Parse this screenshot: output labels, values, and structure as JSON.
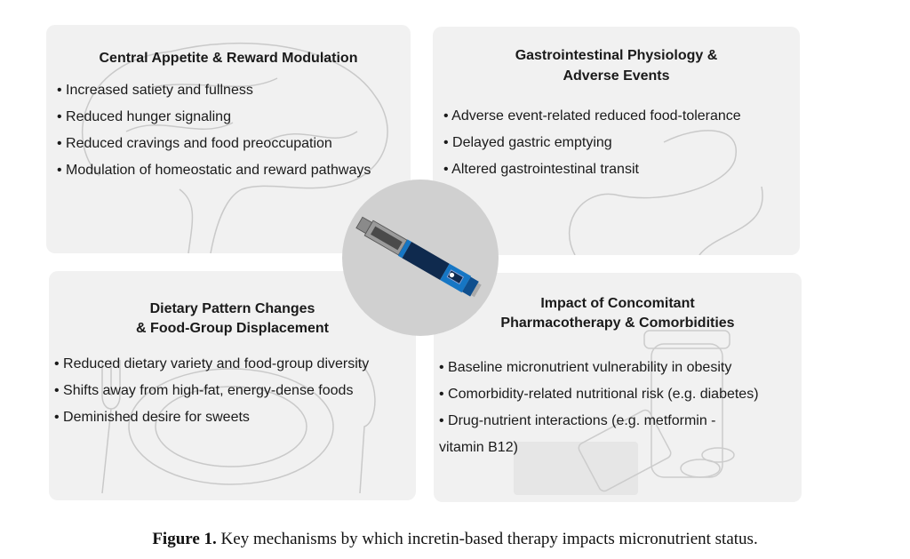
{
  "panels": [
    {
      "title": "Central Appetite & Reward Modulation",
      "items": [
        "Increased satiety and fullness",
        "Reduced hunger signaling",
        "Reduced cravings and food preoccupation",
        "Modulation of homeostatic and reward pathways"
      ]
    },
    {
      "title_line1": "Gastrointestinal Physiology &",
      "title_line2": "Adverse Events",
      "items": [
        "Adverse event-related reduced food-tolerance",
        "Delayed gastric emptying",
        "Altered gastrointestinal transit"
      ]
    },
    {
      "title_line1": "Dietary Pattern Changes",
      "title_line2": "& Food-Group Displacement",
      "items": [
        "Reduced dietary variety and food-group diversity",
        "Shifts away from high-fat, energy-dense foods",
        "Deminished desire for sweets"
      ]
    },
    {
      "title_line1": "Impact of Concomitant",
      "title_line2": "Pharmacotherapy & Comorbidities",
      "items": [
        "Baseline micronutrient vulnerability in obesity",
        "Comorbidity-related nutritional risk (e.g. diabetes)",
        "Drug-nutrient interactions (e.g. metformin -"
      ],
      "item_cont": "vitamin B12)"
    }
  ],
  "caption": {
    "label": "Figure 1.",
    "text": " Key mechanisms by which incretin-based therapy impacts micronutrient status."
  },
  "colors": {
    "panel_bg": "#f1f1f1",
    "circle": "#d0d0d0",
    "pen_dark": "#0f2a4e",
    "pen_blue": "#1676c4"
  }
}
